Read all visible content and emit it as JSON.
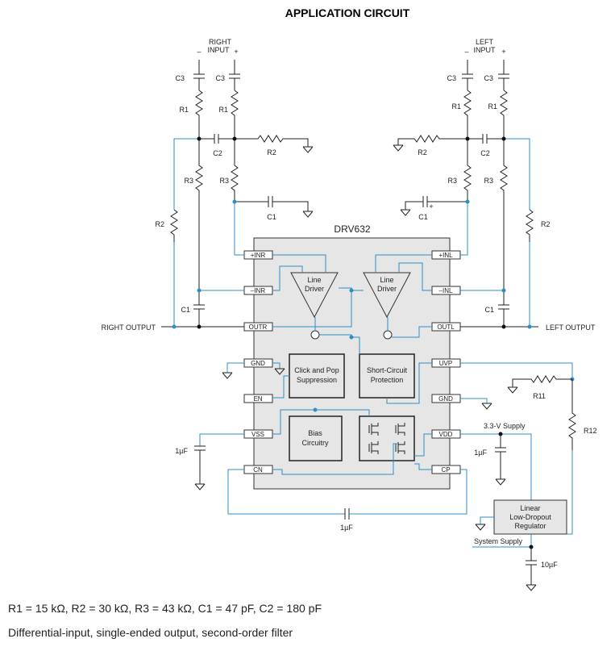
{
  "title": "APPLICATION CIRCUIT",
  "chip_name": "DRV632",
  "inputs": {
    "right": {
      "label": "RIGHT",
      "label2": "INPUT",
      "minus": "–",
      "plus": "+"
    },
    "left": {
      "label": "LEFT",
      "label2": "INPUT",
      "minus": "–",
      "plus": "+"
    }
  },
  "components": {
    "c3": "C3",
    "r1": "R1",
    "c2": "C2",
    "r2": "R2",
    "r3": "R3",
    "c1": "C1",
    "r11": "R11",
    "r12": "R12",
    "cap_1uf": "1µF",
    "cap_10uf": "10µF",
    "c1_plus": "+"
  },
  "pins": {
    "inr_plus": "+INR",
    "inr_minus": "–INR",
    "outr": "OUTR",
    "gnd": "GND",
    "en": "EN",
    "vss": "VSS",
    "cn": "CN",
    "inl_plus": "+INL",
    "inl_minus": "–INL",
    "outl": "OUTL",
    "uvp": "UVP",
    "gnd2": "GND",
    "vdd": "VDD",
    "cp": "CP"
  },
  "blocks": {
    "line_driver_1": "Line",
    "line_driver_2": "Driver",
    "click_pop_1": "Click and Pop",
    "click_pop_2": "Suppression",
    "short_circuit_1": "Short-Circuit",
    "short_circuit_2": "Protection",
    "bias_1": "Bias",
    "bias_2": "Circuitry",
    "ldo_1": "Linear",
    "ldo_2": "Low-Dropout",
    "ldo_3": "Regulator"
  },
  "outputs": {
    "right": "RIGHT OUTPUT",
    "left": "LEFT OUTPUT"
  },
  "supplies": {
    "supply_33": "3.3-V Supply",
    "system": "System Supply"
  },
  "captions": {
    "values": "R1 = 15 kΩ, R2 = 30 kΩ, R3 = 43 kΩ, C1 = 47 pF, C2 = 180 pF",
    "description": "Differential-input, single-ended output, second-order filter"
  },
  "colors": {
    "wire": "#2f8fc4",
    "chip_fill": "#e6e6e6",
    "block_fill": "#e6e6e6",
    "ink": "#222222"
  }
}
